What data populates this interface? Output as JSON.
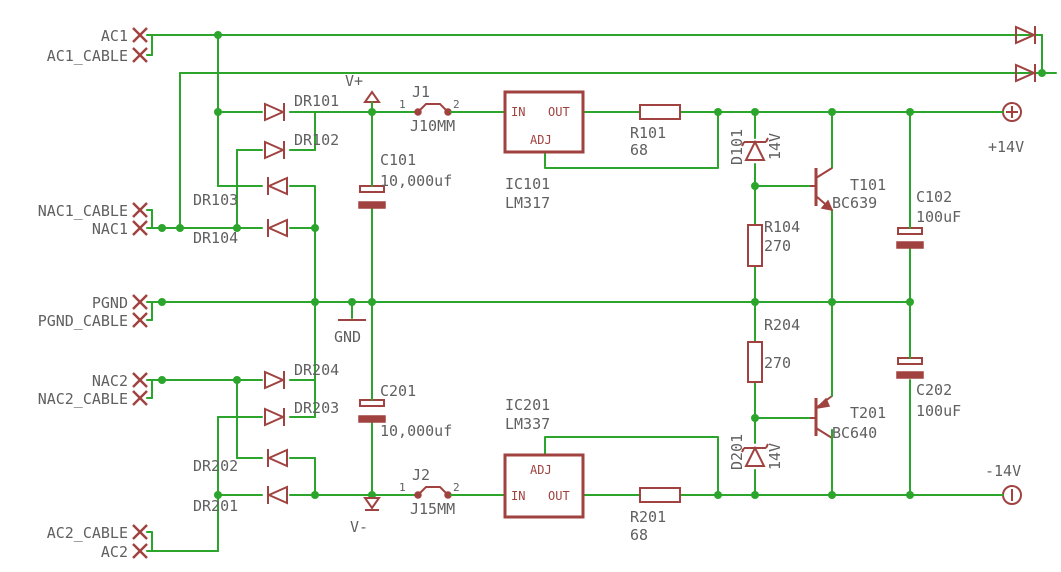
{
  "connectors": {
    "ac1": "AC1",
    "ac1_cable": "AC1_CABLE",
    "nac1_cable": "NAC1_CABLE",
    "nac1": "NAC1",
    "pgnd": "PGND",
    "pgnd_cable": "PGND_CABLE",
    "nac2": "NAC2",
    "nac2_cable": "NAC2_CABLE",
    "ac2_cable": "AC2_CABLE",
    "ac2": "AC2"
  },
  "diodes": {
    "dr101": "DR101",
    "dr102": "DR102",
    "dr103": "DR103",
    "dr104": "DR104",
    "dr201": "DR201",
    "dr202": "DR202",
    "dr203": "DR203",
    "dr204": "DR204"
  },
  "supply": {
    "vplus": "V+",
    "vminus": "V-",
    "gnd": "GND",
    "plus14": "+14V",
    "minus14": "-14V"
  },
  "jumpers": {
    "j1": "J1",
    "j1_value": "J10MM",
    "j2": "J2",
    "j2_value": "J15MM",
    "pin1": "1",
    "pin2": "2"
  },
  "capacitors": {
    "c101": "C101",
    "c101_value": "10,000uf",
    "c201": "C201",
    "c201_value": "10,000uf",
    "c102": "C102",
    "c102_value": "100uF",
    "c202": "C202",
    "c202_value": "100uF"
  },
  "regulators": {
    "ic101": "IC101",
    "ic101_value": "LM317",
    "ic201": "IC201",
    "ic201_value": "LM337",
    "pin_in": "IN",
    "pin_out": "OUT",
    "pin_adj": "ADJ"
  },
  "resistors": {
    "r101": "R101",
    "r101_value": "68",
    "r201": "R201",
    "r201_value": "68",
    "r104": "R104",
    "r104_value": "270",
    "r204": "R204",
    "r204_value": "270"
  },
  "zeners": {
    "d101": "D101",
    "d101_value": "14V",
    "d201": "D201",
    "d201_value": "14V"
  },
  "transistors": {
    "t101": "T101",
    "t101_value": "BC639",
    "t201": "T201",
    "t201_value": "BC640"
  }
}
